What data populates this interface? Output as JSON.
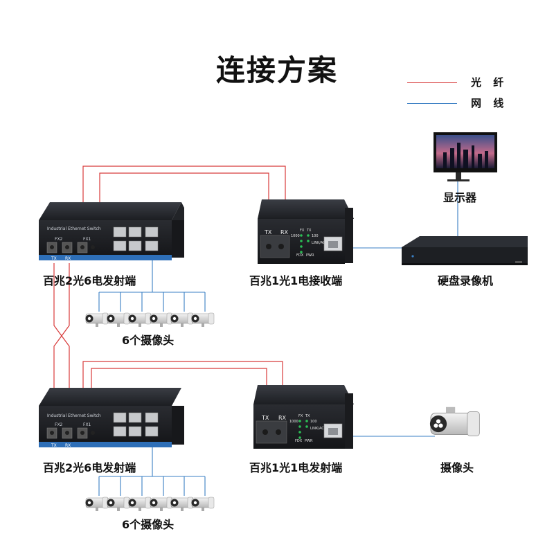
{
  "title": "连接方案",
  "legend": {
    "fiber": {
      "label": "光  纤",
      "color": "#d83a3a"
    },
    "network": {
      "label": "网  线",
      "color": "#3a7fc4"
    }
  },
  "devices": {
    "switch_top": {
      "label": "百兆2光6电发射端",
      "brand_text": "Industrial Ethernet Switch",
      "fx2": "FX2",
      "fx1": "FX1",
      "tx": "TX",
      "rx": "RX"
    },
    "switch_bottom": {
      "label": "百兆2光6电发射端",
      "brand_text": "Industrial Ethernet Switch",
      "fx2": "FX2",
      "fx1": "FX1",
      "tx": "TX",
      "rx": "RX"
    },
    "converter_top": {
      "label": "百兆1光1电接收端",
      "tx": "TX",
      "rx": "RX",
      "leds": [
        "FX",
        "TX",
        "1000",
        "100",
        "LINK/ACT",
        "FDX",
        "PWR"
      ]
    },
    "converter_bottom": {
      "label": "百兆1光1电发射端",
      "tx": "TX",
      "rx": "RX",
      "leds": [
        "FX",
        "TX",
        "1000",
        "100",
        "LINK/ACT",
        "FDX",
        "PWR"
      ]
    },
    "monitor": {
      "label": "显示器"
    },
    "nvr": {
      "label": "硬盘录像机"
    },
    "camera_single": {
      "label": "摄像头"
    },
    "camera_group_top": {
      "label": "6个摄像头"
    },
    "camera_group_bottom": {
      "label": "6个摄像头"
    }
  },
  "icons": [
    "camera-icon",
    "monitor-icon",
    "nvr-icon",
    "switch-icon",
    "converter-icon"
  ]
}
